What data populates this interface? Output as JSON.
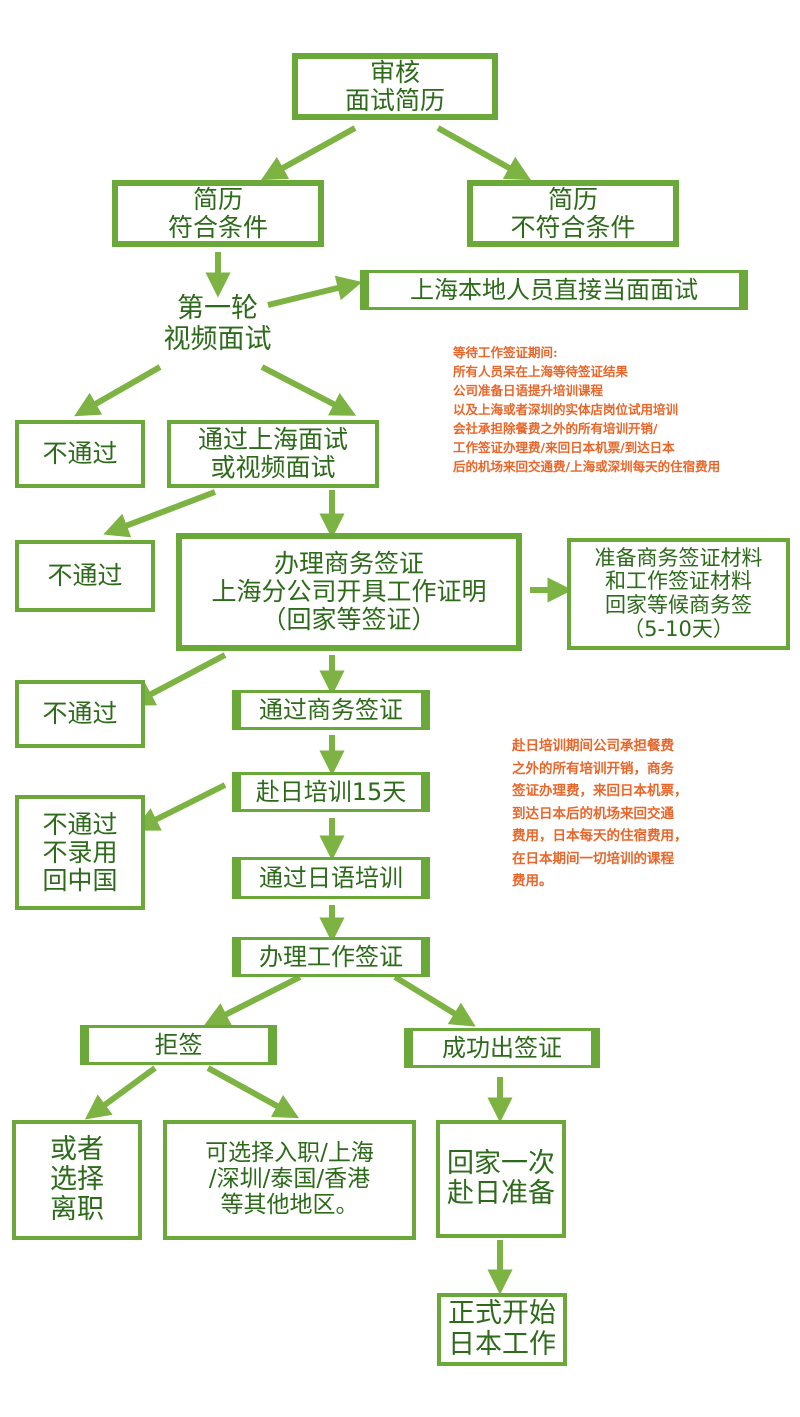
{
  "nodes": {
    "review": [
      "审核",
      "面试简历"
    ],
    "resume_ok": [
      "简历",
      "符合条件"
    ],
    "resume_not_ok": [
      "简历",
      "不符合条件"
    ],
    "shanghai_local": [
      "上海本地人员直接当面面试"
    ],
    "first_round": [
      "第一轮",
      "视频面试"
    ],
    "fail_1": [
      "不通过"
    ],
    "pass_interview": [
      "通过上海面试",
      "或视频面试"
    ],
    "fail_2": [
      "不通过"
    ],
    "business_visa": [
      "办理商务签证",
      "上海分公司开具工作证明",
      "（回家等签证）"
    ],
    "prepare_materials": [
      "准备商务签证材料",
      "和工作签证材料",
      "回家等候商务签",
      "（5-10天）"
    ],
    "fail_3": [
      "不通过"
    ],
    "pass_business_visa": [
      "通过商务签证"
    ],
    "japan_training": [
      "赴日培训15天"
    ],
    "fail_4": [
      "不通过",
      "不录用",
      "回中国"
    ],
    "pass_japanese": [
      "通过日语培训"
    ],
    "work_visa": [
      "办理工作签证"
    ],
    "visa_refused": [
      "拒签"
    ],
    "visa_success": [
      "成功出签证"
    ],
    "or_resign": [
      "或者",
      "选择",
      "离职"
    ],
    "other_regions": [
      "可选择入职/上海",
      "/深圳/泰国/香港",
      "等其他地区。"
    ],
    "return_home": [
      "回家一次",
      "赴日准备"
    ],
    "start_work": [
      "正式开始",
      "日本工作"
    ]
  },
  "notes": {
    "waiting_period": [
      "等待工作签证期间:",
      "所有人员呆在上海等待签证结果",
      "公司准备日语提升培训课程",
      "以及上海或者深圳的实体店岗位试用培训",
      "会社承担除餐费之外的所有培训开销/",
      "工作签证办理费/来回日本机票/到达日本",
      "后的机场来回交通费/上海或深圳每天的住宿费用"
    ],
    "training_period": [
      "赴日培训期间公司承担餐费",
      "之外的所有培训开销，商务",
      "签证办理费，来回日本机票，",
      "到达日本后的机场来回交通",
      "费用，日本每天的住宿费用，",
      "在日本期间一切培训的课程",
      "费用。"
    ]
  },
  "colors": {
    "border": "#6aa83a",
    "arrow": "#7cb342",
    "text": "#2d6a1a",
    "note": "#e8662a"
  }
}
